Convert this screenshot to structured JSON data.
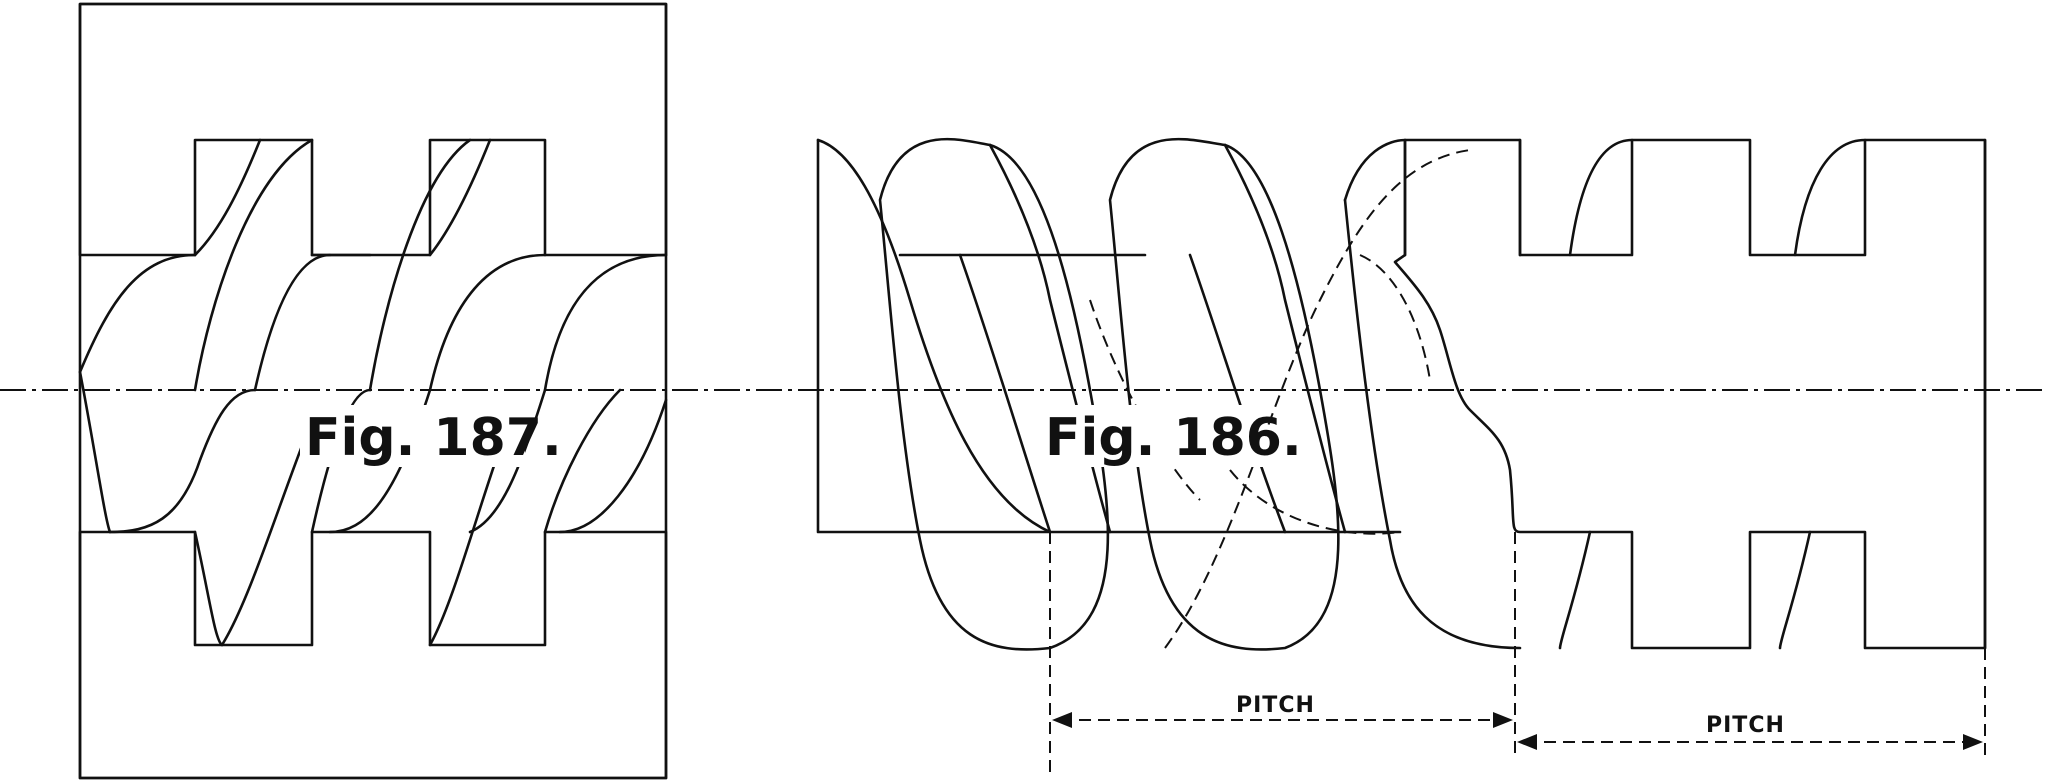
{
  "figures": {
    "nut_section": {
      "label": "Fig. 187."
    },
    "screw_view": {
      "label": "Fig. 186."
    }
  },
  "dimensions": {
    "pitch_left": "PITCH",
    "pitch_right": "PITCH"
  },
  "colors": {
    "ink": "#111111",
    "paper": "#ffffff"
  }
}
